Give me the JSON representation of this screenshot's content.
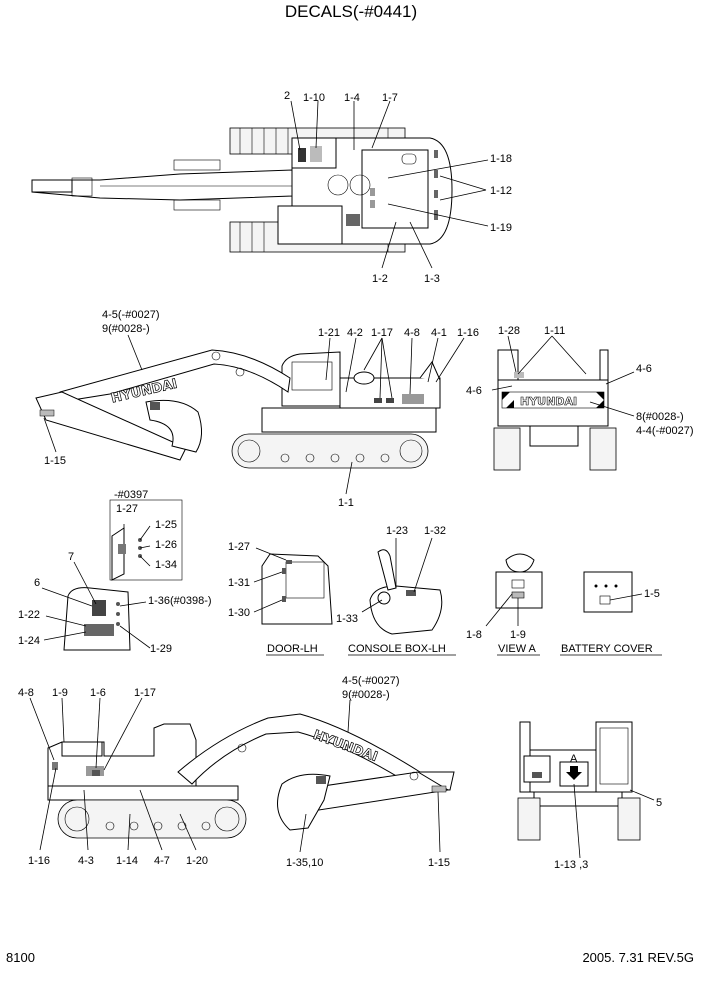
{
  "title": "DECALS(-#0441)",
  "footer": {
    "page_code": "8100",
    "revision": "2005. 7.31 REV.5G"
  },
  "brand_text": "HYUNDAI",
  "top_view": {
    "labels": {
      "l_2": "2",
      "l_1_10": "1-10",
      "l_1_4": "1-4",
      "l_1_7": "1-7",
      "l_1_18": "1-18",
      "l_1_12": "1-12",
      "l_1_19": "1-19",
      "l_1_2": "1-2",
      "l_1_3": "1-3"
    }
  },
  "side_view_lh": {
    "labels": {
      "l_4_5": "4-5(-#0027)",
      "l_9": "9(#0028-)",
      "l_1_21": "1-21",
      "l_4_2": "4-2",
      "l_1_17": "1-17",
      "l_4_8": "4-8",
      "l_4_1": "4-1",
      "l_1_16": "1-16",
      "l_1_15": "1-15",
      "l_1_1": "1-1"
    }
  },
  "rear_view": {
    "labels": {
      "l_1_28": "1-28",
      "l_1_11": "1-11",
      "l_4_6a": "4-6",
      "l_4_6b": "4-6",
      "l_8": "8(#0028-)",
      "l_4_4": "4-4(-#0027)"
    }
  },
  "cab_detail": {
    "labels": {
      "l_0397": "-#0397",
      "l_1_27": "1-27",
      "l_1_25": "1-25",
      "l_1_26": "1-26",
      "l_1_34": "1-34",
      "l_7": "7",
      "l_6": "6",
      "l_1_36": "1-36(#0398-)",
      "l_1_22": "1-22",
      "l_1_24": "1-24",
      "l_1_29": "1-29"
    }
  },
  "door_lh": {
    "caption": "DOOR-LH",
    "labels": {
      "l_1_27": "1-27",
      "l_1_31": "1-31",
      "l_1_30": "1-30"
    }
  },
  "console_box_lh": {
    "caption": "CONSOLE BOX-LH",
    "labels": {
      "l_1_23": "1-23",
      "l_1_32": "1-32",
      "l_1_33": "1-33"
    }
  },
  "view_a": {
    "caption": "VIEW A",
    "labels": {
      "l_1_8": "1-8",
      "l_1_9": "1-9"
    }
  },
  "battery_cover": {
    "caption": "BATTERY COVER",
    "labels": {
      "l_1_5": "1-5"
    }
  },
  "side_view_rh": {
    "labels": {
      "l_4_8": "4-8",
      "l_1_9": "1-9",
      "l_1_6": "1-6",
      "l_1_17": "1-17",
      "l_4_5": "4-5(-#0027)",
      "l_9": "9(#0028-)",
      "l_1_16": "1-16",
      "l_4_3": "4-3",
      "l_1_14": "1-14",
      "l_4_7": "4-7",
      "l_1_20": "1-20",
      "l_1_35": "1-35,10",
      "l_1_15": "1-15"
    }
  },
  "front_view": {
    "labels": {
      "l_a": "A",
      "l_5": "5",
      "l_1_13": "1-13 ,3"
    }
  }
}
